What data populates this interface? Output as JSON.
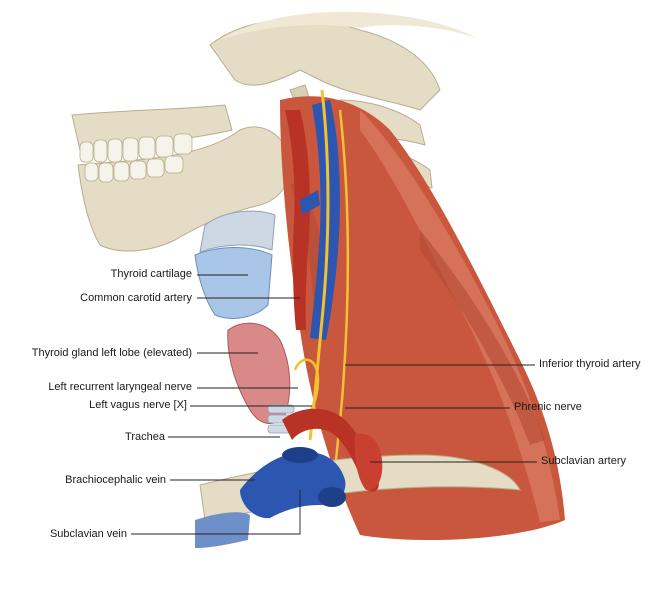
{
  "colors": {
    "bone": "#e4dcc4",
    "bone_shade": "#c9bea0",
    "muscle": "#c9573d",
    "muscle_light": "#dc7d62",
    "artery": "#b83226",
    "vein": "#2c56b0",
    "nerve": "#f2c230",
    "cartilage": "#a9c6e8",
    "thyroid": "#d98a88",
    "tooth": "#f6f3ea",
    "leader": "#222222"
  },
  "labels_left": [
    {
      "id": "thyroid-cartilage",
      "text": "Thyroid cartilage"
    },
    {
      "id": "common-carotid-artery",
      "text": "Common carotid artery"
    },
    {
      "id": "thyroid-gland-left-lobe",
      "text": "Thyroid gland left lobe (elevated)"
    },
    {
      "id": "left-recurrent-laryngeal-nerve",
      "text": "Left recurrent laryngeal nerve"
    },
    {
      "id": "left-vagus-nerve",
      "text": "Left vagus nerve [X]"
    },
    {
      "id": "trachea",
      "text": "Trachea"
    },
    {
      "id": "brachiocephalic-vein",
      "text": "Brachiocephalic vein"
    },
    {
      "id": "subclavian-vein",
      "text": "Subclavian vein"
    }
  ],
  "labels_right": [
    {
      "id": "inferior-thyroid-artery",
      "text": "Inferior thyroid artery"
    },
    {
      "id": "phrenic-nerve",
      "text": "Phrenic nerve"
    },
    {
      "id": "subclavian-artery",
      "text": "Subclavian artery"
    }
  ]
}
